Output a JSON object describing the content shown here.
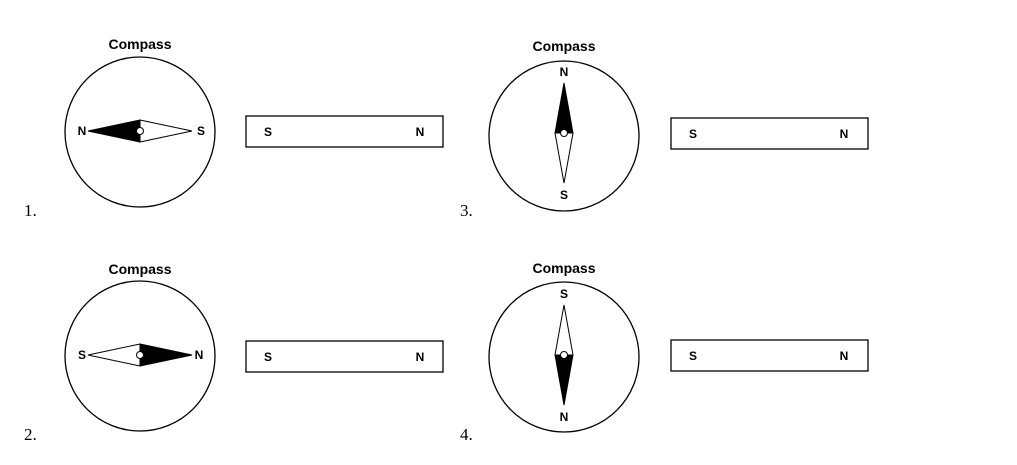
{
  "compass_title": "Compass",
  "options": [
    {
      "number": "1.",
      "needle_orientation": "horizontal",
      "needle_dark_pole": "N",
      "needle_labels": [
        "N",
        "S"
      ],
      "magnet_labels": [
        "S",
        "N"
      ]
    },
    {
      "number": "2.",
      "needle_orientation": "horizontal",
      "needle_dark_pole": "N",
      "needle_labels": [
        "S",
        "N"
      ],
      "magnet_labels": [
        "S",
        "N"
      ]
    },
    {
      "number": "3.",
      "needle_orientation": "vertical",
      "needle_dark_pole": "N",
      "needle_labels": [
        "N",
        "S"
      ],
      "magnet_labels": [
        "S",
        "N"
      ]
    },
    {
      "number": "4.",
      "needle_orientation": "vertical",
      "needle_dark_pole": "N",
      "needle_labels": [
        "S",
        "N"
      ],
      "magnet_labels": [
        "S",
        "N"
      ]
    }
  ]
}
